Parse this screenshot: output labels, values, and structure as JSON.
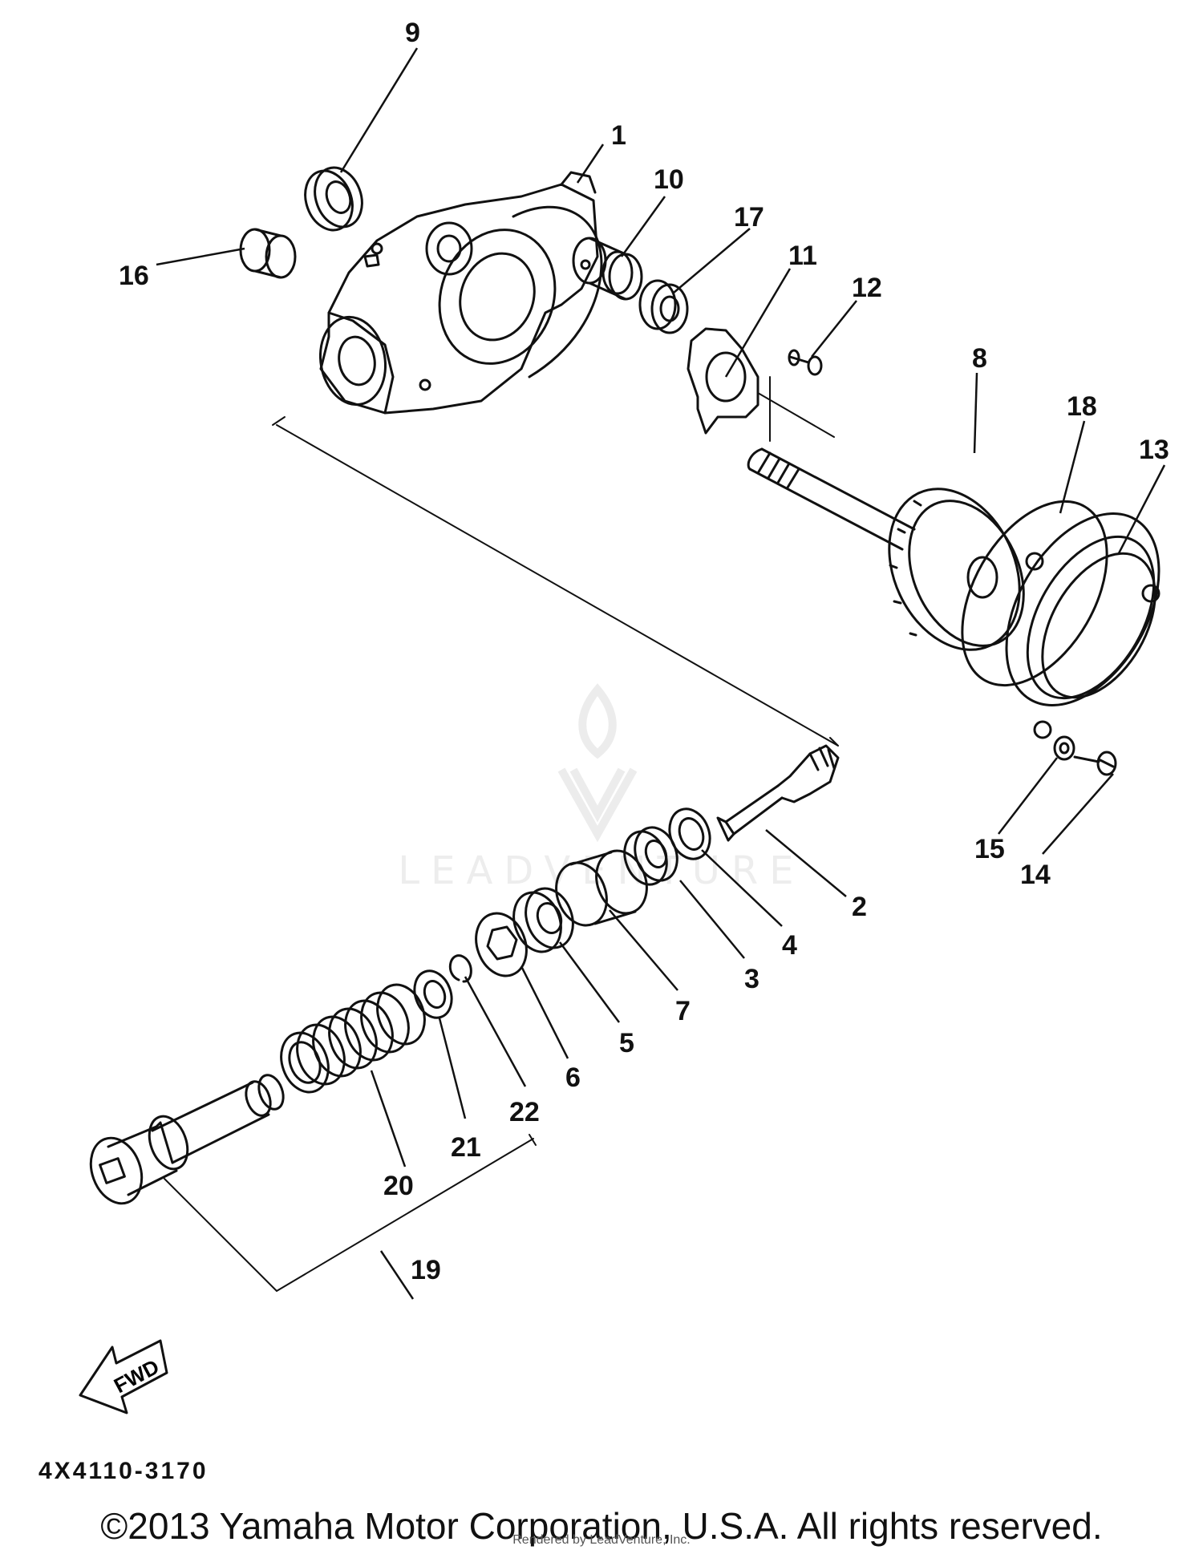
{
  "callouts": [
    "1",
    "2",
    "3",
    "4",
    "5",
    "6",
    "7",
    "8",
    "9",
    "10",
    "11",
    "12",
    "13",
    "14",
    "15",
    "16",
    "17",
    "18",
    "19",
    "20",
    "21",
    "22"
  ],
  "fwd_label": "FWD",
  "drawing_number": "4X4110-3170",
  "copyright": "©2013 Yamaha Motor Corporation, U.S.A. All rights reserved.",
  "render_note": "Rendered by LeadVenture, Inc.",
  "watermark": "LEADVENTURE"
}
